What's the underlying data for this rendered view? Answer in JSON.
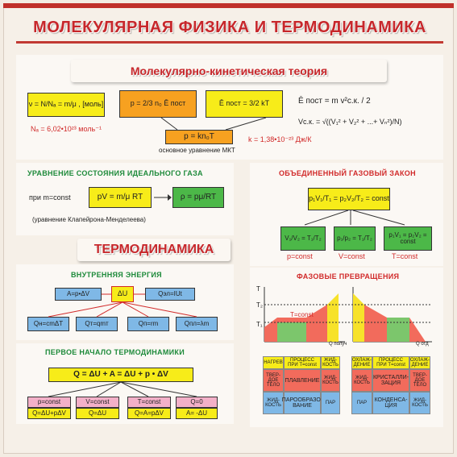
{
  "title": "МОЛЕКУЛЯРНАЯ ФИЗИКА И ТЕРМОДИНАМИКА",
  "mkt": {
    "heading": "Молекулярно-кинетическая теория",
    "f_amount": "ν = N/Nₐ = m/μ , [моль]",
    "f_pressure": "p = 2/3 n₀ Ē пост",
    "f_energy": "Ē пост = 3/2 kT",
    "f_pnkt": "p = kn₀T",
    "caption_basic": "основное уравнение МКТ",
    "avogadro": "Nₐ = 6,02•10²³ моль⁻¹",
    "boltzmann": "k = 1,38•10⁻²³ Дж/К",
    "f_energy2": "Ē пост = m v²с.к. / 2",
    "f_vrms": "Vс.к. = √((V₁² + V₂² + ...+ Vₙ²)/N)"
  },
  "ideal_gas": {
    "heading": "УРАВНЕНИЕ СОСТОЯНИЯ ИДЕАЛЬНОГО ГАЗА",
    "prefix": "при m=const",
    "f_clapeyron": "pV = m/μ RT",
    "f_density": "ρ = pμ/RT",
    "caption": "(уравнение Клапейрона-Менделеева)"
  },
  "combined": {
    "heading": "ОБЪЕДИНЕННЫЙ ГАЗОВЫЙ ЗАКОН",
    "f_main": "p₁V₁/T₁ = p₂V₂/T₂ = const",
    "laws": [
      {
        "formula": "V₁/V₂ = T₁/T₂",
        "cond": "p=const"
      },
      {
        "formula": "p₁/p₂ = T₁/T₂",
        "cond": "V=const"
      },
      {
        "formula": "p₁V₁ = p₂V₂ = const",
        "cond": "T=const"
      }
    ]
  },
  "thermo": {
    "heading": "ТЕРМОДИНАМИКА",
    "inner_heading": "ВНУТРЕННЯЯ ЭНЕРГИЯ",
    "a": "A=p•ΔV",
    "du": "ΔU",
    "qel": "Qэл=IUt",
    "q1": "Qн=cmΔT",
    "q2": "Qт=qmт",
    "q3": "Qп=rm",
    "q4": "Qпл=λm",
    "first_heading": "ПЕРВОЕ НАЧАЛО ТЕРМОДИНАМИКИ",
    "first_law": "Q = ΔU + A = ΔU + p • ΔV",
    "cases": [
      {
        "cond": "p=const",
        "eq": "Q=ΔU+pΔV"
      },
      {
        "cond": "V=const",
        "eq": "Q=ΔU"
      },
      {
        "cond": "T=const",
        "eq": "Q=A=pΔV"
      },
      {
        "cond": "Q=0",
        "eq": "A= -ΔU"
      }
    ]
  },
  "phase": {
    "heading": "ФАЗОВЫЕ ПРЕВРАЩЕНИЯ",
    "t_axis": "T",
    "t2": "T₂",
    "t1": "T₁",
    "tconst": "T=const",
    "qpol": "Q получ",
    "qotd": "Q отд",
    "left_table": {
      "header": [
        "НАГРЕВ",
        "ПРОЦЕСС ПРИ T=const",
        "ЖИД-КОСТЬ"
      ],
      "row1": [
        "ТВЕР-ДОЕ ТЕЛО",
        "ПЛАВЛЕНИЕ",
        "ЖИД-КОСТЬ"
      ],
      "row2": [
        "ЖИД-КОСТЬ",
        "ПАРООБРАЗО-ВАНИЕ",
        "ПАР"
      ]
    },
    "right_table": {
      "header": [
        "ОХЛАЖ-ДЕНИЕ",
        "ПРОЦЕСС ПРИ T=const",
        "ОХЛАЖ-ДЕНИЕ"
      ],
      "row1": [
        "ЖИД-КОСТЬ",
        "КРИСТАЛЛИ-ЗАЦИЯ",
        "ТВЕР-ДОЕ ТЕЛО"
      ],
      "row2": [
        "ПАР",
        "КОНДЕНСА-ЦИЯ",
        "ЖИД-КОСТЬ"
      ]
    }
  }
}
